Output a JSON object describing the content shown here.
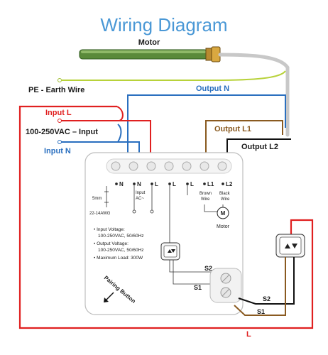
{
  "title": "Wiring Diagram",
  "motor_label": "Motor",
  "wires": {
    "pe_earth": "PE - Earth Wire",
    "output_n": "Output N",
    "input_l": "Input L",
    "input_voltage": "100-250VAC – Input",
    "input_n": "Input N",
    "output_l1": "Output L1",
    "output_l2": "Output L2",
    "l_bottom": "L"
  },
  "terminals": [
    "N",
    "N",
    "L",
    "L",
    "L",
    "L1",
    "L2"
  ],
  "terminal_notes": {
    "input_ac": [
      "Input",
      "AC~"
    ],
    "brown_wire": [
      "Brown",
      "Wire"
    ],
    "black_wire": [
      "Black",
      "Wire"
    ],
    "motor": "Motor",
    "strip_length": "5mm",
    "gauge": "22-14AWG"
  },
  "specs": [
    "• Input Voltage:",
    "100-250VAC, 50/60Hz",
    "• Output Voltage:",
    "100-250VAC, 50/60Hz",
    "• Maximum Load: 300W"
  ],
  "switch_labels": {
    "s1": "S1",
    "s2": "S2"
  },
  "pairing_button": "Pairing Button",
  "colors": {
    "title": "#4a98d6",
    "live_red": "#e02020",
    "neutral_blue": "#2a6fbf",
    "earth_green": "#b8d23a",
    "output_brown": "#8a5a20",
    "output_black": "#111111"
  },
  "icons": [
    "motor-tube-icon",
    "up-down-switch-icon",
    "motor-symbol-icon",
    "arrow-icon"
  ]
}
